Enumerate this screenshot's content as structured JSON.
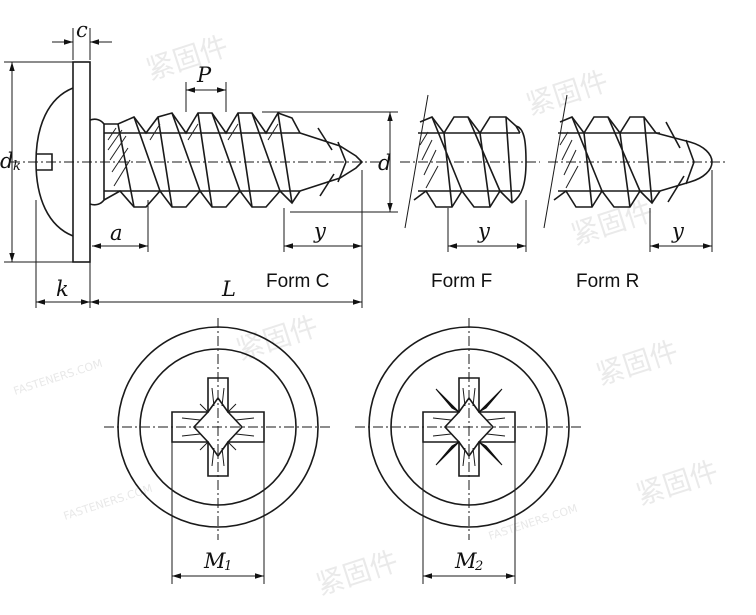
{
  "dimensions": {
    "c": "c",
    "P": "P",
    "dk": "d",
    "dk_sub": "k",
    "d": "d",
    "a": "a",
    "y": "y",
    "k": "k",
    "L": "L",
    "M1": "M",
    "M1_sub": "1",
    "M2": "M",
    "M2_sub": "2"
  },
  "forms": {
    "form_c": "Form C",
    "form_f": "Form F",
    "form_r": "Form R"
  },
  "watermark": {
    "text": "紧固件",
    "url": "FASTENERS.COM"
  },
  "colors": {
    "line": "#1a1a1a",
    "background": "#ffffff",
    "watermark": "#d9d9d9"
  }
}
